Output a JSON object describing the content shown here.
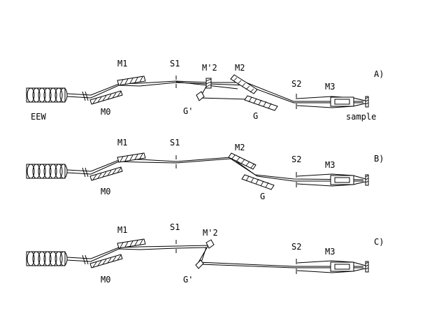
{
  "labels": {
    "eew": "EEW",
    "m0": "M0",
    "m1": "M1",
    "s1": "S1",
    "m2p": "M'2",
    "m2": "M2",
    "gp": "G'",
    "g": "G",
    "s2": "S2",
    "m3": "M3",
    "sample": "sample"
  },
  "panels": [
    {
      "id": "A",
      "tag": "A)"
    },
    {
      "id": "B",
      "tag": "B)"
    },
    {
      "id": "C",
      "tag": "C)"
    }
  ]
}
